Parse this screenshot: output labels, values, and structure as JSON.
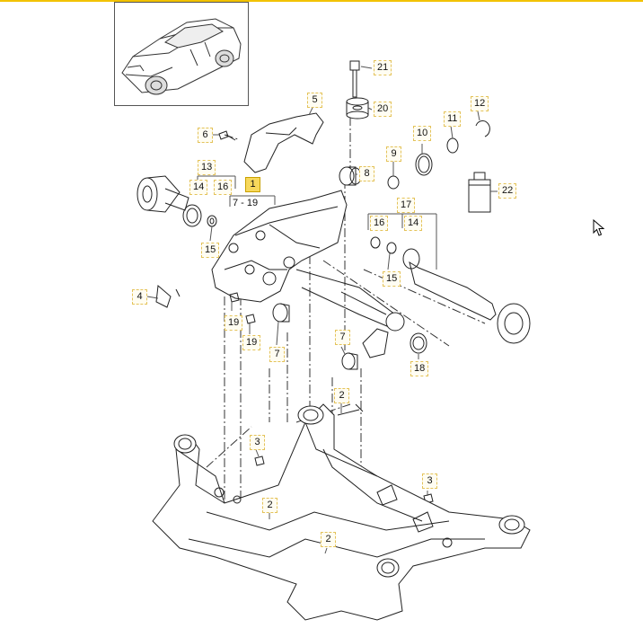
{
  "colors": {
    "accent": "#f2c200",
    "callout_fill": "#f7d85c",
    "line": "#222222"
  },
  "callouts": {
    "c1": "1",
    "c1_range": "7 - 19",
    "c2a": "2",
    "c2b": "2",
    "c2c": "2",
    "c3a": "3",
    "c3b": "3",
    "c4": "4",
    "c5": "5",
    "c6": "6",
    "c7a": "7",
    "c7b": "7",
    "c8": "8",
    "c9": "9",
    "c10": "10",
    "c11": "11",
    "c12": "12",
    "c13": "13",
    "c14a": "14",
    "c14b": "14",
    "c15a": "15",
    "c15b": "15",
    "c16a": "16",
    "c16b": "16",
    "c17": "17",
    "c18": "18",
    "c19a": "19",
    "c19b": "19",
    "c20": "20",
    "c21": "21",
    "c22": "22"
  },
  "icons": {
    "cursor": "mouse-pointer-icon",
    "vehicle": "suv-thumbnail-icon"
  }
}
